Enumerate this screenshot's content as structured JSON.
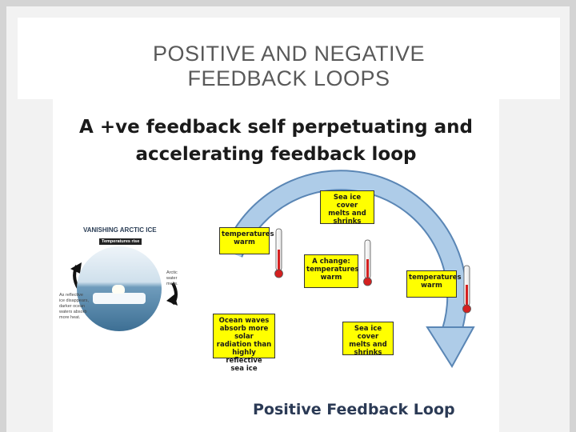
{
  "slide": {
    "title_lines": [
      "POSITIVE AND NEGATIVE",
      "FEEDBACK LOOPS"
    ]
  },
  "figure": {
    "headline_lines": [
      "A +ve feedback self perpetuating and",
      "accelerating feedback loop"
    ],
    "boxes": [
      {
        "lines": [
          "Sea ice cover",
          "melts and",
          "shrinks"
        ]
      },
      {
        "lines": [
          "temperatures",
          "warm"
        ]
      },
      {
        "lines": [
          "A change:",
          "temperatures",
          "warm"
        ]
      },
      {
        "lines": [
          "temperatures",
          "warm"
        ]
      },
      {
        "lines": [
          "Ocean waves",
          "absorb more solar",
          "radiation than",
          "highly reflective",
          "sea ice"
        ]
      },
      {
        "lines": [
          "Sea ice cover",
          "melts and",
          "shrinks"
        ]
      }
    ],
    "footer": "Positive Feedback Loop",
    "inset": {
      "title": "VANISHING ARCTIC ICE",
      "label_temp": "Temperatures rise",
      "label_right": [
        "Arctic water",
        "melts."
      ],
      "label_left": [
        "As reflective",
        "ice disappears,",
        "darker ocean",
        "waters absorb",
        "more heat."
      ]
    },
    "colors": {
      "box": "#ffff00",
      "loop": "#aecce8",
      "loop_edge": "#5a86b5",
      "thermo_red": "#d42020",
      "footer_text": "#2b3a55"
    }
  }
}
